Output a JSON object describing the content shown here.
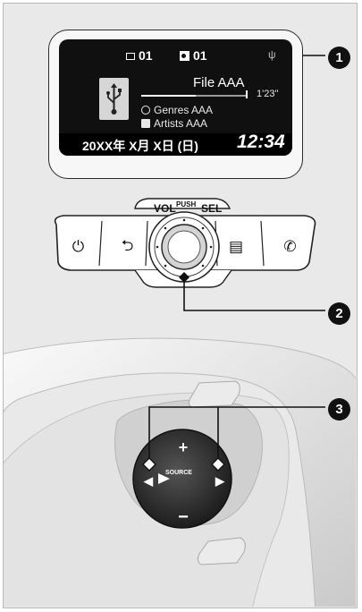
{
  "display": {
    "folder_number": "01",
    "track_number": "01",
    "usb_indicator": "ψ",
    "title": "File AAA",
    "elapsed_time": "1'23''",
    "playback_progress": 0.52,
    "genre": "Genres AAA",
    "artist": "Artists AAA",
    "date": "20XX年 X月 X日 (日)",
    "clock": "12:34"
  },
  "control_panel": {
    "vol_label": "VOL",
    "push_label": "PUSH",
    "sel_label": "SEL",
    "power_icon": "⏻",
    "back_icon": "⮌",
    "menu_icon": "▤",
    "phone_icon": "✆"
  },
  "steering": {
    "source_label": "SOURCE",
    "plus_label": "+",
    "minus_label": "−",
    "left_arrow": "◀",
    "right_arrow": "▶"
  },
  "callouts": [
    "1",
    "2",
    "3"
  ],
  "colors": {
    "screen": "#101010",
    "callout": "#111111",
    "steering_pad": "#2b2b2b"
  },
  "icons": [
    "folder-icon",
    "music-note-icon",
    "usb-icon",
    "power-icon",
    "back-icon",
    "menu-icon",
    "phone-icon"
  ]
}
